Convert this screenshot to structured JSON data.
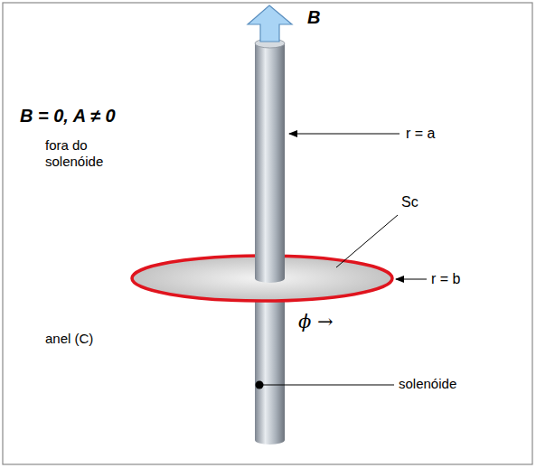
{
  "diagram": {
    "labels": [
      "B",
      "B = 0, A ≠ 0",
      "fora do solenóide",
      "r = a",
      "Sc",
      "r = b",
      "anel (C)",
      "ϕ →",
      "solenóide"
    ]
  }
}
